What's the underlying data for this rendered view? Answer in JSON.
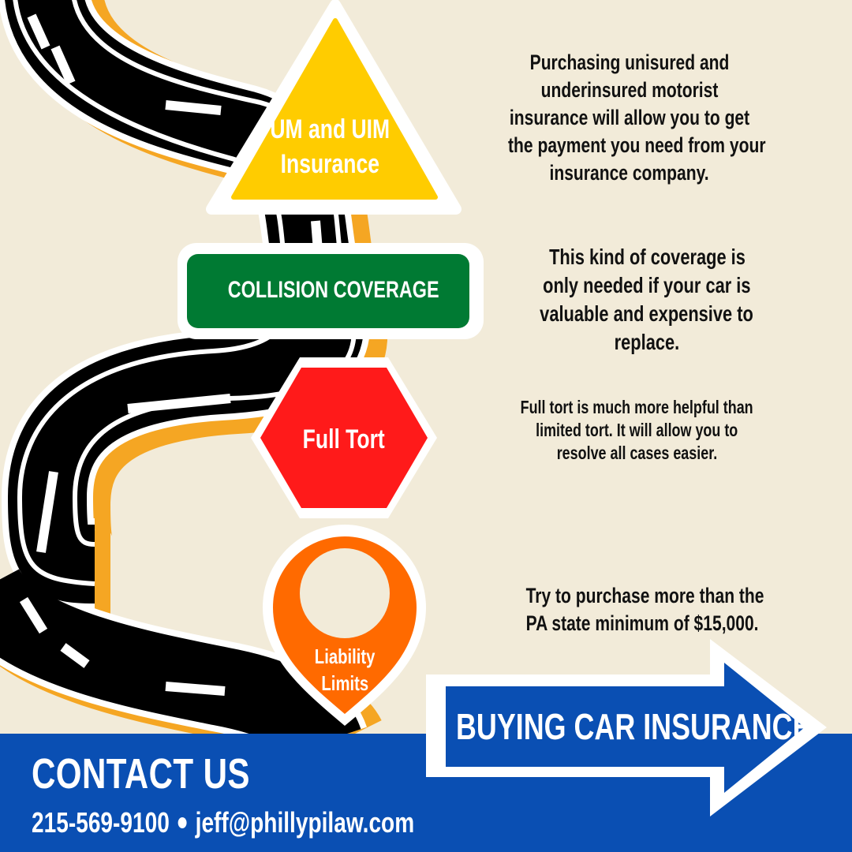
{
  "signs": {
    "um_uim": {
      "label_line1": "UM and UIM",
      "label_line2": "Insurance"
    },
    "collision": {
      "label": "COLLISION COVERAGE"
    },
    "full_tort": {
      "label": "Full Tort"
    },
    "liability": {
      "label_line1": "Liability",
      "label_line2": "Limits"
    }
  },
  "descriptions": {
    "um_uim": [
      "Purchasing unisured and",
      "underinsured motorist",
      "insurance will allow you to get",
      "the payment you need from your",
      "insurance company."
    ],
    "collision": [
      "This kind of coverage is",
      "only needed if your car is",
      "valuable and expensive to",
      "replace."
    ],
    "full_tort": [
      "Full tort is much more helpful than",
      "limited tort. It will allow you to",
      "resolve all cases easier."
    ],
    "liability": [
      "Try to purchase more than the",
      "PA state minimum of $15,000."
    ]
  },
  "banner": {
    "label": "BUYING CAR INSURANCE"
  },
  "contact": {
    "title": "CONTACT US",
    "phone": "215-569-9100",
    "email": "jeff@phillypilaw.com"
  },
  "colors": {
    "background": "#f2ebd9",
    "road": "#000000",
    "road_shadow": "#f5a623",
    "yellow_sign": "#ffcc00",
    "green_sign": "#007a33",
    "red_sign": "#ff1a1a",
    "orange_pin": "#ff6a00",
    "blue": "#0a4fb3"
  },
  "icons": {
    "um_uim": "yield-triangle-icon",
    "collision": "road-sign-icon",
    "full_tort": "stop-hexagon-icon",
    "liability": "map-pin-icon",
    "banner": "arrow-right-icon"
  }
}
